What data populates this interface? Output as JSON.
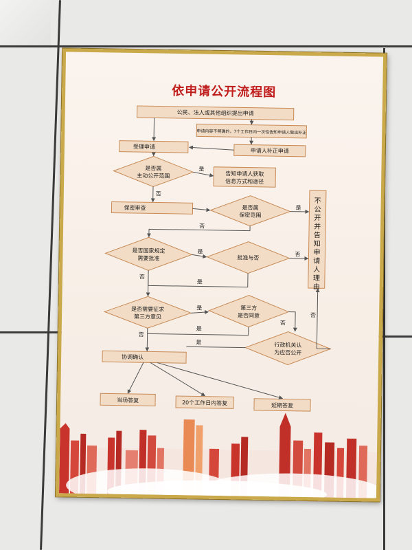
{
  "poster": {
    "title": "依申请公开流程图",
    "nodes": {
      "apply": "公民、法人或其他组织提出申请",
      "incomplete": "申请内容不明确的，7个工作日内一次性告知申请人做出补正",
      "supplement": "申请人补正申请",
      "accept": "受理申请",
      "active_q1": "是否属",
      "active_q2": "主动公开范围",
      "inform1": "告知申请人获取",
      "inform2": "信息方式和途径",
      "secrecy_review": "保密审查",
      "secret_q1": "是否属",
      "secret_q2": "保密范围",
      "national_q1": "是否国家规定",
      "national_q2": "需要批准",
      "approve": "批准与否",
      "third_q1": "是否需要征求",
      "third_q2": "第三方意见",
      "third_agree1": "第三方",
      "third_agree2": "是否同意",
      "agency1": "行政机关认",
      "agency2": "为应否公开",
      "coordinate": "协调确认",
      "reply_now": "当场答复",
      "reply_20": "20个工作日内答复",
      "reply_delay": "延期答复",
      "refuse_vertical": "不公开并告知申请人理由"
    },
    "labels": {
      "yes": "是",
      "no": "否"
    }
  }
}
